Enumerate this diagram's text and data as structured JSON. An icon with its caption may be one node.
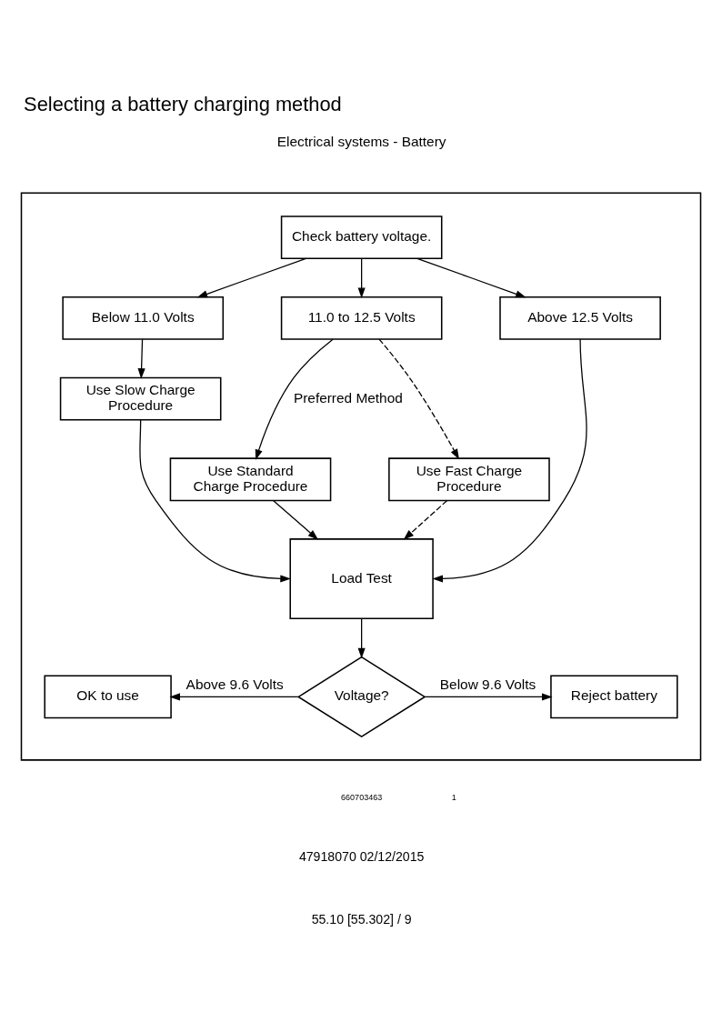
{
  "diagram": {
    "title": "Selecting a battery charging method",
    "nodes": [
      {
        "text": [],
        "shape": "box"
      },
      {
        "text": [
          "Check battery voltage."
        ],
        "in": 0
      },
      {
        "text": [
          "Below 11.0 Volts"
        ],
        "in": 0
      },
      {
        "text": [
          "11.0 to 12.5 Volts"
        ],
        "in": 0
      },
      {
        "text": [
          "Above 12.5 Volts"
        ],
        "in": 0
      },
      {
        "text": [
          "Use Slow Charge Procedure"
        ],
        "in": 0
      },
      {
        "text": [
          "Use Standard Charge Procedure"
        ],
        "in": 0
      },
      {
        "text": [
          "Use Fast Charge Procedure"
        ],
        "in": 0
      },
      {
        "text": [
          "Load Test"
        ],
        "in": 0
      },
      {
        "text": [
          "Voltage?"
        ],
        "in": 0
      },
      {
        "text": [
          "OK to use"
        ],
        "in": 0
      },
      {
        "text": [
          "Reject battery"
        ],
        "in": 0
      }
    ],
    "edges": [
      {
        "from": 1,
        "to": 2,
        "arrow": "to"
      },
      {
        "from": 1,
        "to": 3,
        "arrow": "to"
      },
      {
        "from": 1,
        "to": 4,
        "arrow": "to"
      },
      {
        "from": 2,
        "to": 5,
        "arrow": "to"
      },
      {
        "from": 3,
        "to": 6,
        "arrow": "to",
        "label": "Preferred Method"
      },
      {
        "from": 3,
        "to": 7,
        "arrow": "to",
        "style": "dashed"
      },
      {
        "from": 5,
        "to": 8,
        "arrow": "to"
      },
      {
        "from": 6,
        "to": 8,
        "arrow": "to"
      },
      {
        "from": 7,
        "to": 8,
        "arrow": "to",
        "style": "dashed"
      },
      {
        "from": 4,
        "to": 8,
        "arrow": "to"
      },
      {
        "from": 8,
        "to": 9,
        "arrow": "to"
      },
      {
        "from": 9,
        "to": 10,
        "arrow": "to",
        "label": "Above 9.6 Volts"
      },
      {
        "from": 9,
        "to": 11,
        "arrow": "to",
        "label": "Below 9.6 Volts"
      }
    ],
    "labels": [
      "Electrical systems - Battery",
      "660703463",
      "1",
      "47918070 02/12/2015",
      "55.10 [55.302] / 9"
    ]
  }
}
